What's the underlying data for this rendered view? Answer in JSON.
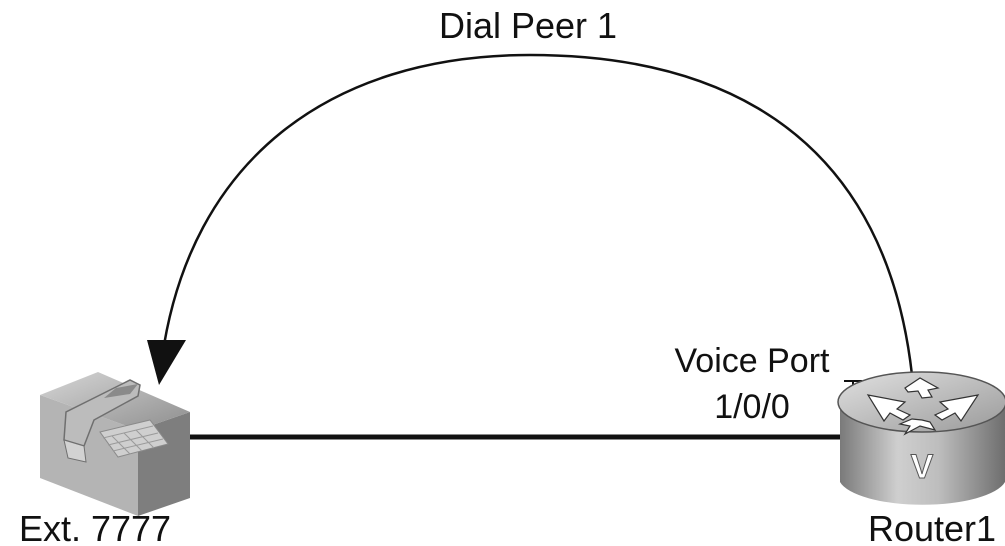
{
  "diagram": {
    "arc_label": "Dial Peer 1",
    "port_label_line1": "Voice Port",
    "port_label_line2": "1/0/0",
    "phone_label": "Ext. 7777",
    "router_label": "Router1",
    "router_glyph": "V"
  },
  "icons": {
    "phone": "telephone-icon",
    "router": "voice-router-icon"
  },
  "colors": {
    "line": "#111111",
    "text": "#111111",
    "router_body": "#9c9c9c",
    "phone_body": "#a8a8a8"
  }
}
